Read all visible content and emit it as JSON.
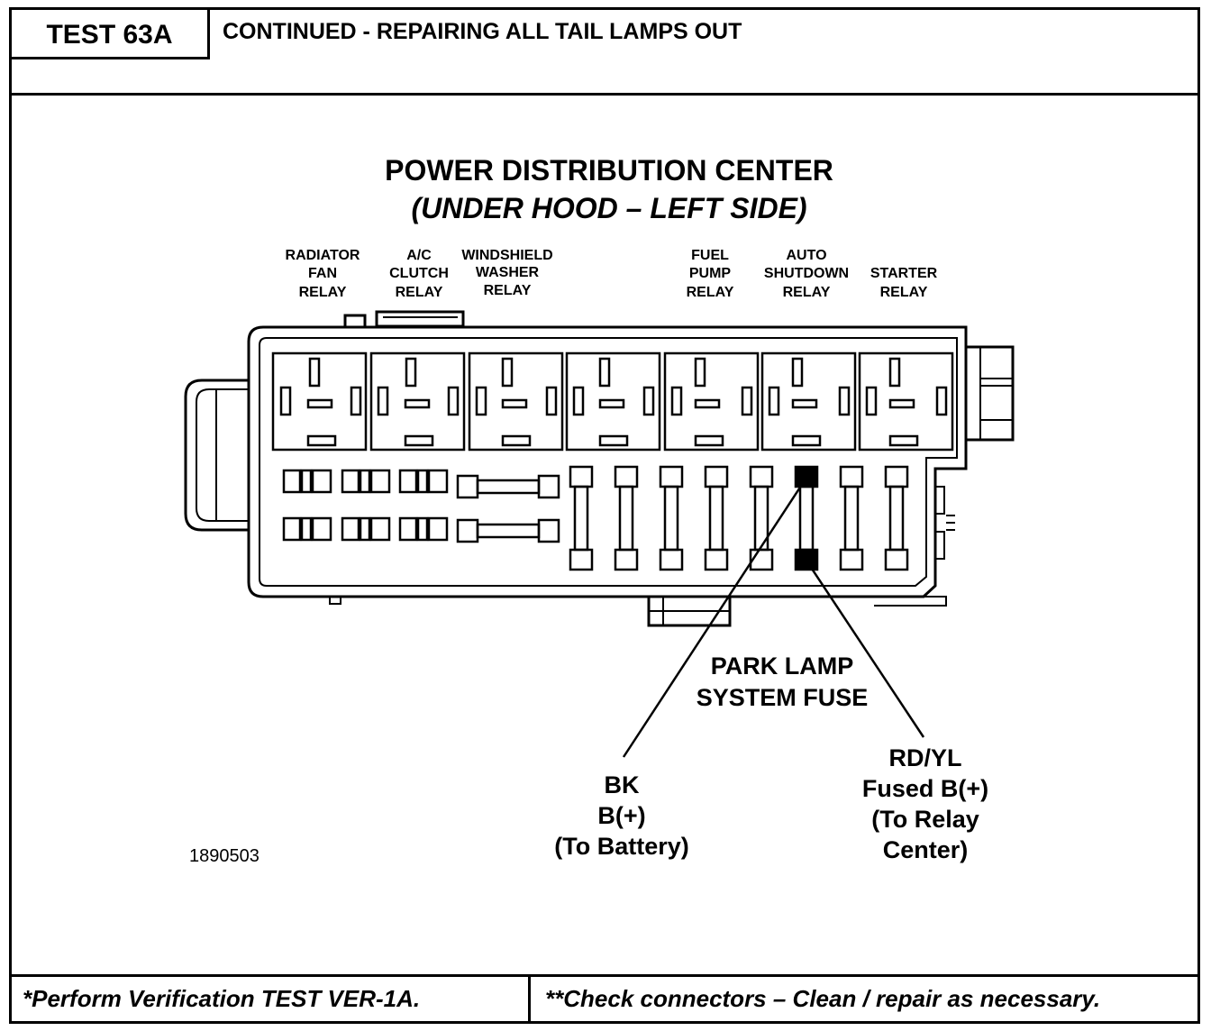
{
  "header": {
    "test_id": "TEST 63A",
    "title": "CONTINUED - REPAIRING ALL TAIL LAMPS OUT"
  },
  "diagram": {
    "title": "POWER DISTRIBUTION CENTER",
    "subtitle": "(UNDER HOOD – LEFT SIDE)",
    "relay_labels": [
      [
        "RADIATOR",
        "FAN",
        "RELAY"
      ],
      [
        "A/C",
        "CLUTCH",
        "RELAY"
      ],
      [
        "WINDSHIELD",
        "WASHER",
        "RELAY"
      ],
      [
        "FUEL",
        "PUMP",
        "RELAY"
      ],
      [
        "AUTO",
        "SHUTDOWN",
        "RELAY"
      ],
      [
        "STARTER",
        "RELAY"
      ]
    ],
    "fuse_label": [
      "PARK LAMP",
      "SYSTEM FUSE"
    ],
    "wire_left": [
      "BK",
      "B(+)",
      "(To Battery)"
    ],
    "wire_right": [
      "RD/YL",
      "Fused B(+)",
      "(To Relay",
      "Center)"
    ],
    "figure_number": "1890503"
  },
  "footer": {
    "left": "*Perform Verification TEST VER-1A.",
    "right": "**Check connectors – Clean / repair as necessary."
  }
}
